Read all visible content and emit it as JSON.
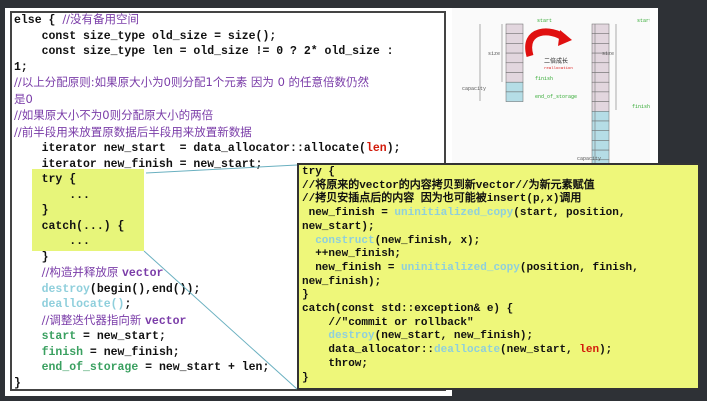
{
  "left_code": [
    [
      [
        "else { ",
        ""
      ],
      [
        "//没有备用空间",
        "cm"
      ]
    ],
    [
      [
        "    const size_type old_size = size();",
        ""
      ]
    ],
    [
      [
        "    const size_type len = old_size != 0 ? 2* old_size :",
        ""
      ]
    ],
    [
      [
        "1;",
        ""
      ]
    ],
    [
      [
        "//以上分配原则:如果原大小为0则分配1个元素 因为 0 的任意倍数仍然",
        "cm"
      ]
    ],
    [
      [
        "是0",
        "cm"
      ]
    ],
    [
      [
        "//如果原大小不为0则分配原大小的两倍",
        "cm"
      ]
    ],
    [
      [
        "//前半段用来放置原数据后半段用来放置新数据",
        "cm"
      ]
    ],
    [
      [
        "    iterator new_start  = data_allocator::allocate(",
        ""
      ],
      [
        "len",
        "rd"
      ],
      [
        ");",
        ""
      ]
    ],
    [
      [
        "    iterator new_finish = new_start;",
        ""
      ]
    ],
    [
      [
        "    try {",
        ""
      ]
    ],
    [
      [
        "        ...",
        ""
      ]
    ],
    [
      [
        "    }",
        ""
      ]
    ],
    [
      [
        "    catch(...) {",
        ""
      ]
    ],
    [
      [
        "        ...",
        ""
      ]
    ],
    [
      [
        "    }",
        ""
      ]
    ],
    [
      [
        "    ",
        ""
      ],
      [
        "//构造并释放原 ",
        "cm"
      ],
      [
        "vector",
        "cmb"
      ]
    ],
    [
      [
        "    ",
        ""
      ],
      [
        "destroy",
        "fn"
      ],
      [
        "(begin(),end());",
        ""
      ]
    ],
    [
      [
        "    ",
        ""
      ],
      [
        "deallocate()",
        "fn"
      ],
      [
        ";",
        ""
      ]
    ],
    [
      [
        "    ",
        ""
      ],
      [
        "//调整迭代器指向新 ",
        "cm"
      ],
      [
        "vector",
        "cmb"
      ]
    ],
    [
      [
        "    ",
        ""
      ],
      [
        "start",
        "gr"
      ],
      [
        " = new_start;",
        ""
      ]
    ],
    [
      [
        "    ",
        ""
      ],
      [
        "finish",
        "gr"
      ],
      [
        " = new_finish;",
        ""
      ]
    ],
    [
      [
        "    ",
        ""
      ],
      [
        "end_of_storage",
        "gr"
      ],
      [
        " = new_start + len;",
        ""
      ]
    ],
    [
      [
        "}",
        ""
      ]
    ]
  ],
  "right_code": [
    [
      [
        "try {",
        ""
      ]
    ],
    [
      [
        "//将原来的vector的内容拷贝到新vector//为新元素赋值",
        ""
      ]
    ],
    [
      [
        "//拷贝安插点后的内容 因为也可能被insert(p,x)调用",
        ""
      ]
    ],
    [
      [
        " new_finish = ",
        ""
      ],
      [
        "uninitialized_copy",
        "fn"
      ],
      [
        "(start, position,",
        ""
      ]
    ],
    [
      [
        "new_start);",
        ""
      ]
    ],
    [
      [
        "  ",
        ""
      ],
      [
        "construct",
        "fn"
      ],
      [
        "(new_finish, x);",
        ""
      ]
    ],
    [
      [
        "  ++new_finish;",
        ""
      ]
    ],
    [
      [
        "  new_finish = ",
        ""
      ],
      [
        "uninitialized_copy",
        "fn"
      ],
      [
        "(position, finish,",
        ""
      ]
    ],
    [
      [
        "new_finish);",
        ""
      ]
    ],
    [
      [
        "}",
        ""
      ]
    ],
    [
      [
        "catch(const std::exception& e) {",
        ""
      ]
    ],
    [
      [
        "    //\"commit or rollback\"",
        ""
      ]
    ],
    [
      [
        "    ",
        ""
      ],
      [
        "destroy",
        "fn"
      ],
      [
        "(new_start, new_finish);",
        ""
      ]
    ],
    [
      [
        "    data_allocator::",
        ""
      ],
      [
        "deallocate",
        "fn"
      ],
      [
        "(new_start, ",
        ""
      ],
      [
        "len",
        "rd"
      ],
      [
        ");",
        ""
      ]
    ],
    [
      [
        "    throw;",
        ""
      ]
    ],
    [
      [
        "}",
        ""
      ]
    ]
  ],
  "diagram": {
    "start": "start",
    "size": "size",
    "finish": "finish",
    "capacity": "capacity",
    "end_of_storage": "end_of_storage",
    "grow_label": "二倍成长",
    "grow_sub": "reallocation"
  }
}
